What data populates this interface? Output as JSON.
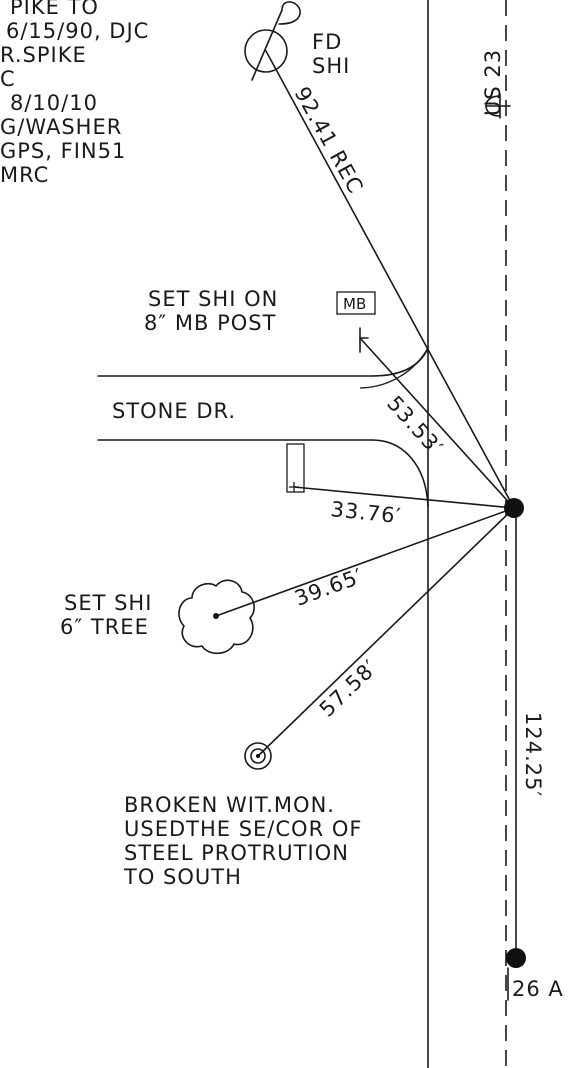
{
  "notes": {
    "top_left_lines": [
      "PIKE TO",
      "6/15/90, DJC",
      "R.SPIKE",
      "C",
      "8/10/10",
      "G/WASHER",
      "GPS, FIN51",
      "MRC"
    ],
    "fd_shi": [
      "FD",
      "SHI"
    ],
    "set_shi_mb": [
      "SET SHI ON",
      "8″ MB POST"
    ],
    "mb_box": "MB",
    "road_name": "STONE DR.",
    "set_shi_tree": [
      "SET SHI",
      "6″ TREE"
    ],
    "broken_mon": [
      "BROKEN WIT.MON.",
      "USEDTHE SE/COR OF",
      "STEEL PROTRUTION",
      "TO SOUTH"
    ],
    "route": "US 23",
    "point_label": "26 A"
  },
  "dimensions": {
    "rec": "92.41 REC",
    "mb": "53.53′",
    "spike": "33.76′",
    "tree": "39.65′",
    "mon": "57.58′",
    "center": "124.25′"
  }
}
